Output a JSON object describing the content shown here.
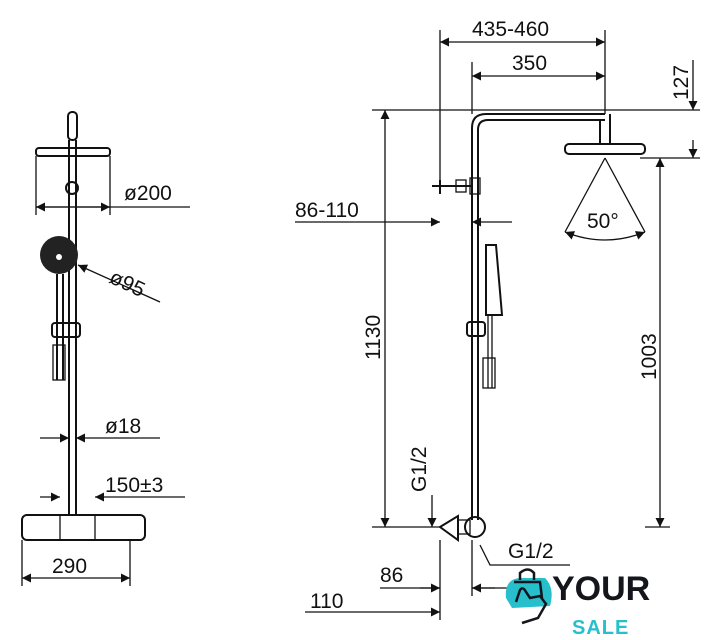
{
  "left_view": {
    "head_diameter": "ø200",
    "hand_shower_diameter": "ø95",
    "pipe_diameter": "ø18",
    "inlet_spacing": "150±3",
    "thermostat_width": "290"
  },
  "right_view": {
    "arm_reach_range": "435-460",
    "arm_reach": "350",
    "head_offset": "127",
    "wall_bracket_range": "86-110",
    "spray_angle": "50°",
    "total_height": "1130",
    "head_height": "1003",
    "inlet_thread_vertical": "G1/2",
    "outlet_thread": "G1/2",
    "wall_to_pipe": "86",
    "wall_to_mixer": "110"
  },
  "logo": {
    "line1": "YOUR",
    "line2": "SALE",
    "accent": "#27bfcc"
  }
}
